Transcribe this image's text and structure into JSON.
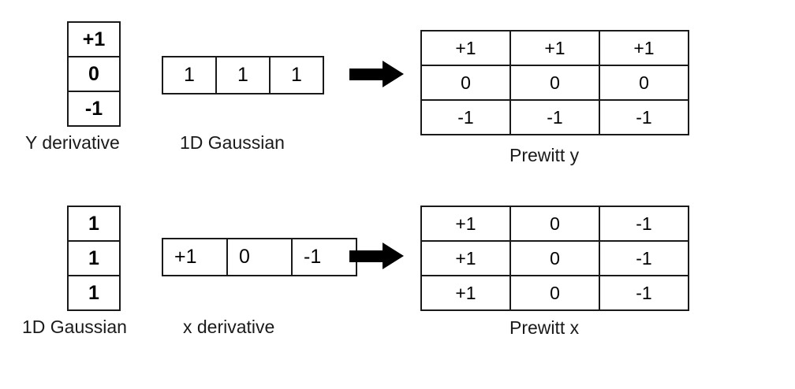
{
  "figure": {
    "title": "Prewitt operator separability diagram",
    "background_color": "#ffffff",
    "ink_color": "#000000"
  },
  "rows": [
    {
      "id": "prewitt-y-row",
      "operand_a": {
        "name": "y-derivative-kernel",
        "orientation": "column",
        "caption": "Y derivative",
        "bold": true,
        "values": [
          "+1",
          "0",
          "-1"
        ]
      },
      "operator": {
        "name": "convolution-arrow",
        "glyph": "arrow-right-icon"
      },
      "operand_b": {
        "name": "gaussian-1d-kernel",
        "orientation": "row",
        "caption": "1D Gaussian",
        "bold": false,
        "align": "center",
        "values": [
          "1",
          "1",
          "1"
        ]
      },
      "result": {
        "name": "prewitt-y-matrix",
        "caption": "Prewitt y",
        "rows": [
          [
            "+1",
            "+1",
            "+1"
          ],
          [
            "0",
            "0",
            "0"
          ],
          [
            "-1",
            "-1",
            "-1"
          ]
        ]
      }
    },
    {
      "id": "prewitt-x-row",
      "operand_a": {
        "name": "gaussian-1d-kernel",
        "orientation": "column",
        "caption": "1D Gaussian",
        "bold": true,
        "values": [
          "1",
          "1",
          "1"
        ]
      },
      "operator": {
        "name": "convolution-arrow",
        "glyph": "arrow-right-icon"
      },
      "operand_b": {
        "name": "x-derivative-kernel",
        "orientation": "row",
        "caption": "x derivative",
        "bold": false,
        "align": "left",
        "values": [
          "+1",
          "0",
          "-1"
        ]
      },
      "result": {
        "name": "prewitt-x-matrix",
        "caption": "Prewitt x",
        "rows": [
          [
            "+1",
            "0",
            "-1"
          ],
          [
            "+1",
            "0",
            "-1"
          ],
          [
            "+1",
            "0",
            "-1"
          ]
        ]
      }
    }
  ]
}
